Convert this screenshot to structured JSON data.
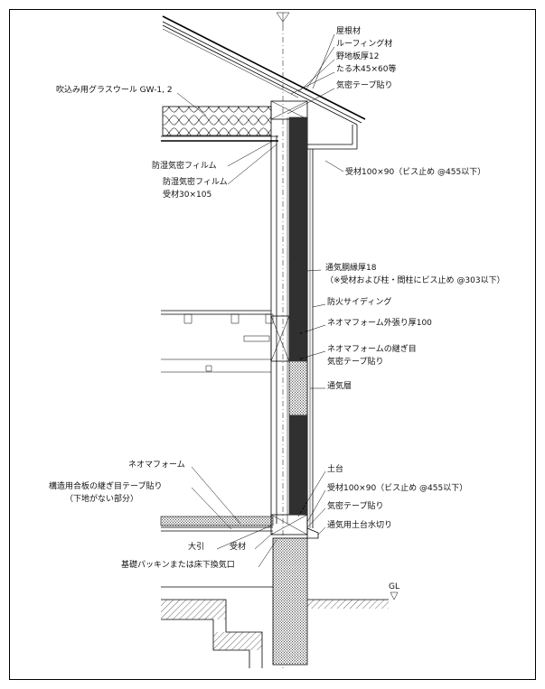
{
  "labels": {
    "roof_material": "屋根材",
    "roofing_material": "ルーフィング材",
    "sheathing_board": "野地板厚12",
    "rafter": "たる木45×60等",
    "blown_glass_wool": "吹込み用グラスウール GW-1, 2",
    "airtight_tape_top": "気密テープ貼り",
    "vapor_film_1": "防湿気密フィルム",
    "vapor_film_2": "防湿気密フィルム",
    "batten_30": "受材30×105",
    "receiver_top": "受材100×90（ビス止め @455以下）",
    "furring": "通気胴縁厚18",
    "furring_note": "（※受材および柱・間柱にビス止め @303以下）",
    "fire_siding": "防火サイディング",
    "neoma_ext": "ネオマフォーム外張り厚100",
    "neoma_joint": "ネオマフォームの継ぎ目",
    "neoma_joint_tape": "気密テープ貼り",
    "vent_layer": "通気層",
    "neoma_floor": "ネオマフォーム",
    "plywood_joint": "構造用合板の継ぎ目テープ貼り",
    "plywood_note": "（下地がない部分）",
    "sill": "土台",
    "receiver_bottom": "受材100×90（ビス止め @455以下）",
    "airtight_tape_bottom": "気密テープ貼り",
    "vent_flashing": "通気用土台水切り",
    "girder": "大引",
    "receiver": "受材",
    "packing": "基礎パッキンまたは床下換気口",
    "gl": "GL"
  }
}
